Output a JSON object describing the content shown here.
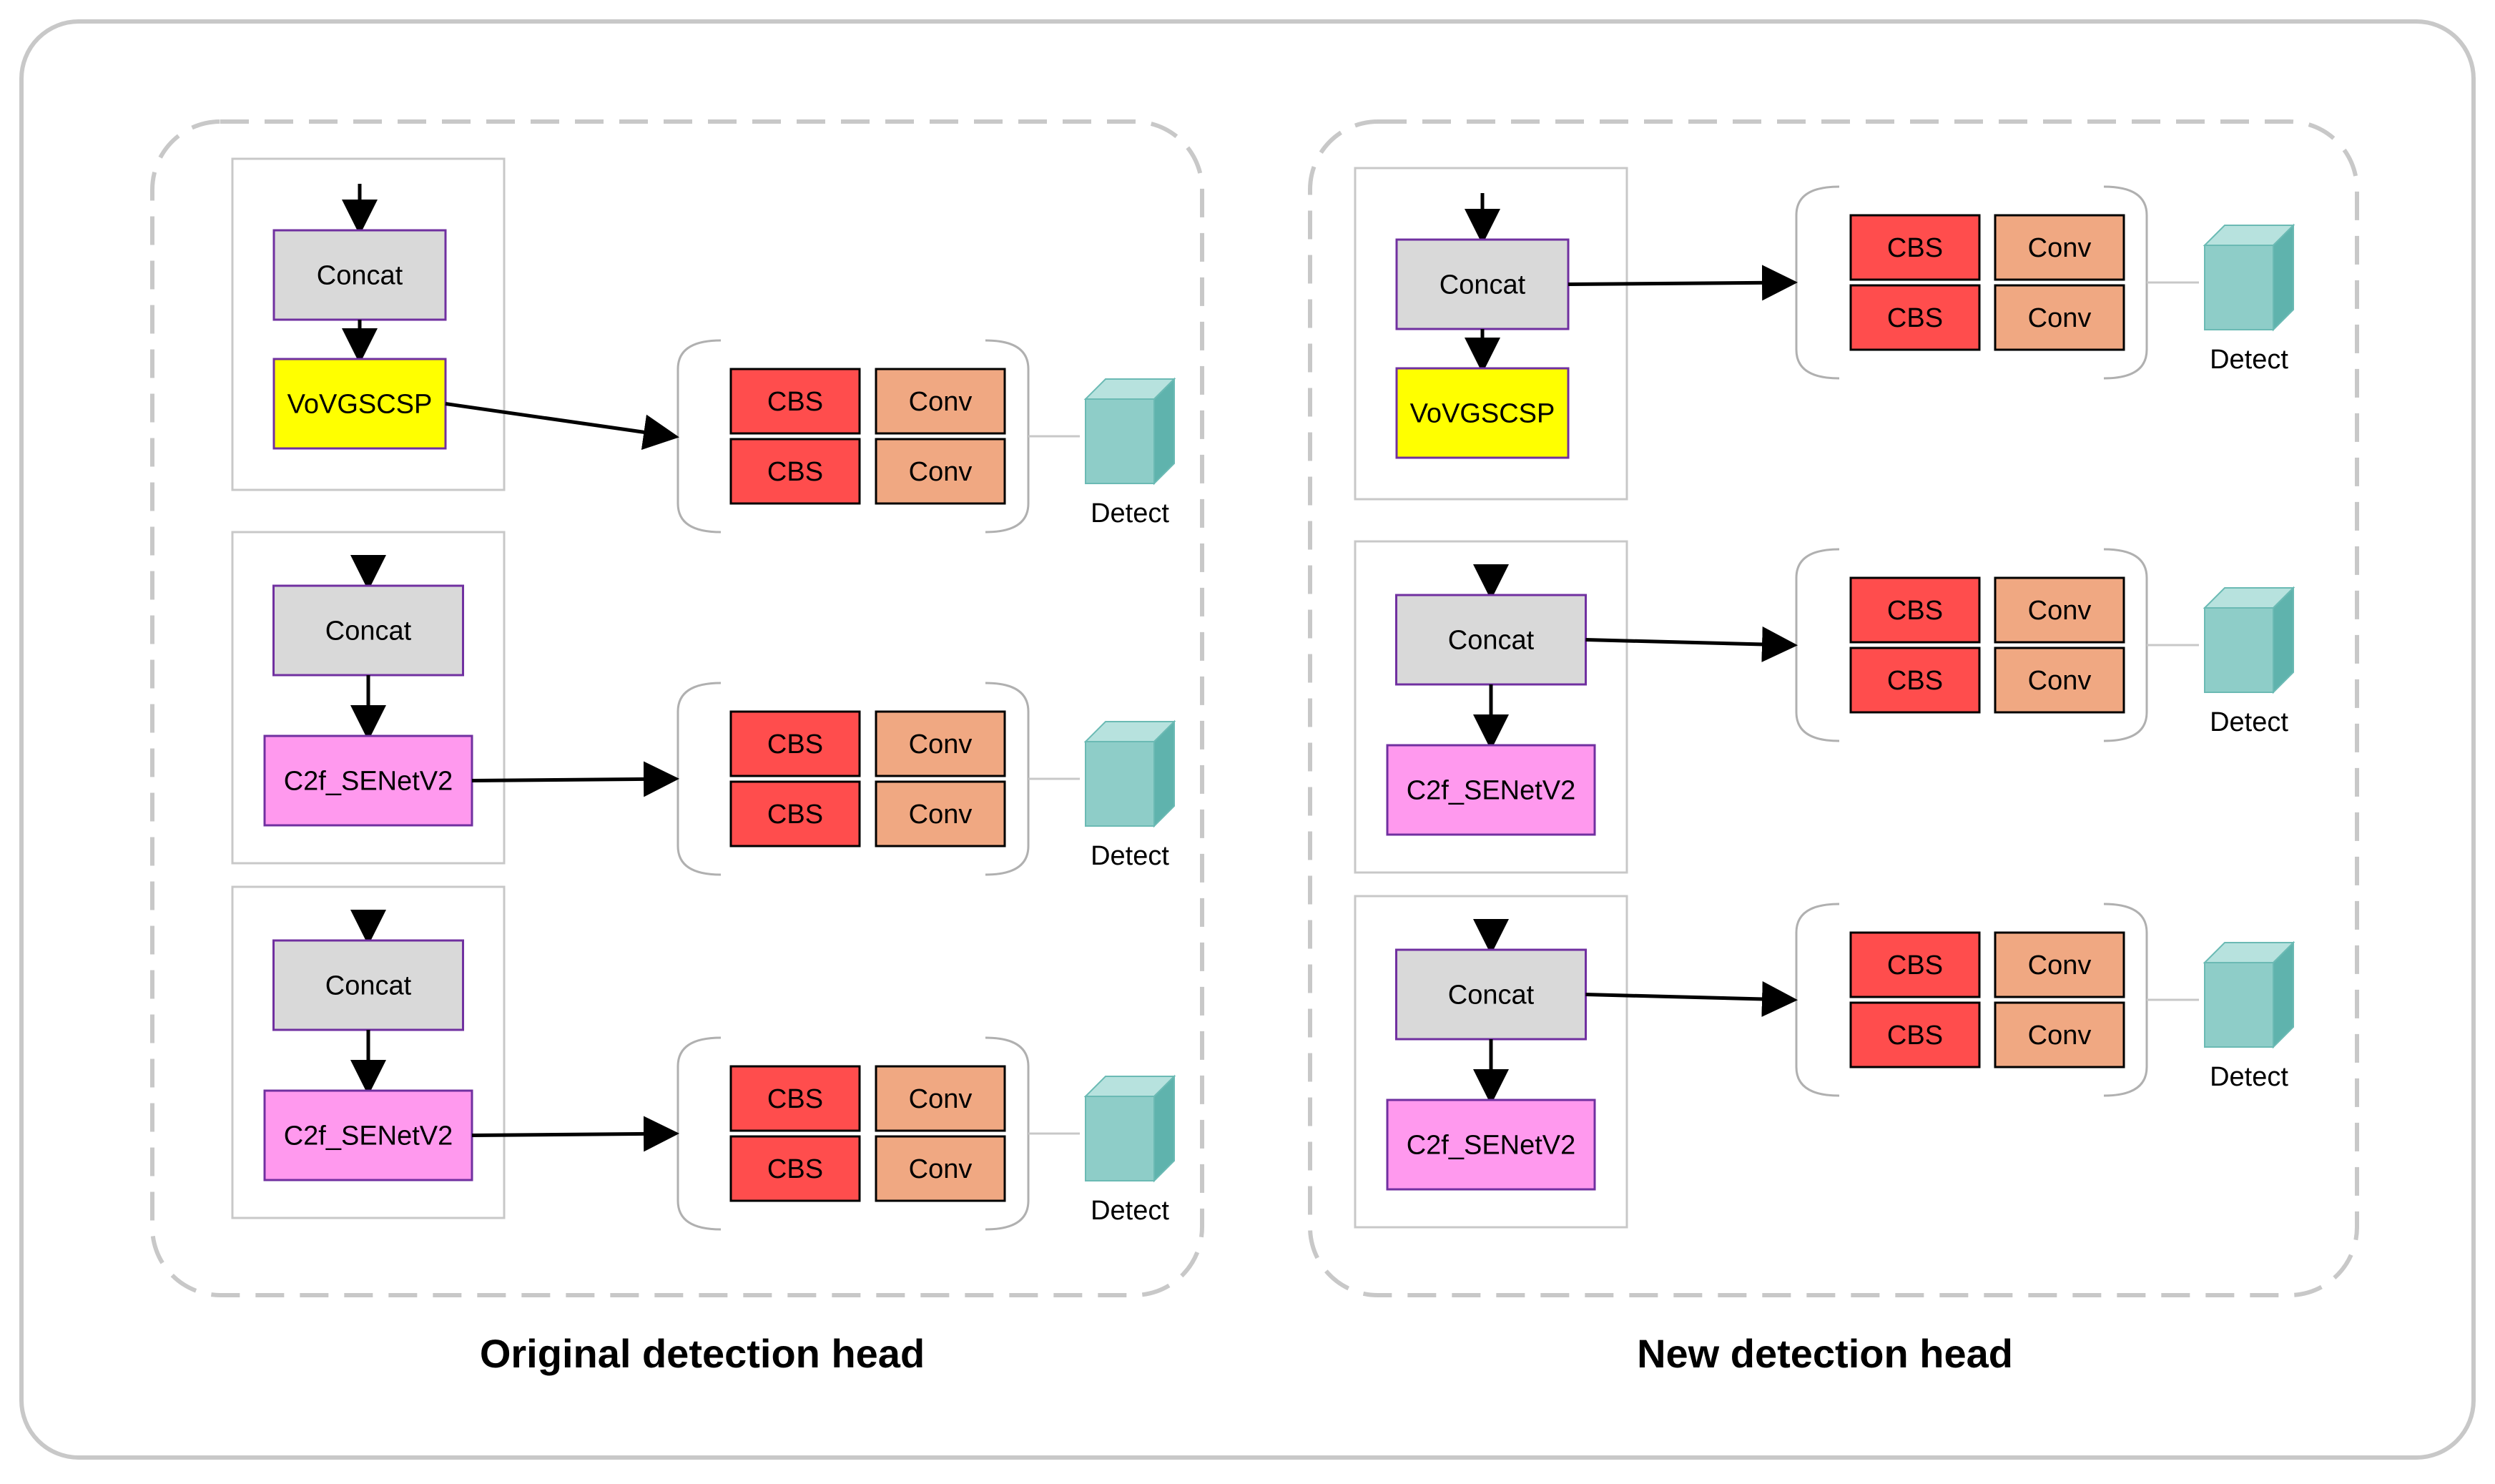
{
  "colors": {
    "concat": "#d9d9d9",
    "concat_stroke": "#7030a0",
    "vovgscsp": "#ffff00",
    "c2f": "#ff99ee",
    "cbs": "#ff4d4d",
    "conv": "#f0a882",
    "cube_front": "#8ecdc8",
    "cube_top": "#b7e2de",
    "cube_side": "#5fb3ad",
    "dash": "#c8c8c8"
  },
  "panels": [
    {
      "id": "original",
      "title": "Original detection head",
      "rows": [
        {
          "top_block": "Concat",
          "bottom_block": "VoVGSCSP",
          "bottom_type": "vovgscsp",
          "head": {
            "cbs": [
              "CBS",
              "CBS"
            ],
            "conv": [
              "Conv",
              "Conv"
            ]
          },
          "detect": "Detect"
        },
        {
          "top_block": "Concat",
          "bottom_block": "C2f_SENetV2",
          "bottom_type": "c2f",
          "head": {
            "cbs": [
              "CBS",
              "CBS"
            ],
            "conv": [
              "Conv",
              "Conv"
            ]
          },
          "detect": "Detect"
        },
        {
          "top_block": "Concat",
          "bottom_block": "C2f_SENetV2",
          "bottom_type": "c2f",
          "head": {
            "cbs": [
              "CBS",
              "CBS"
            ],
            "conv": [
              "Conv",
              "Conv"
            ]
          },
          "detect": "Detect"
        }
      ]
    },
    {
      "id": "new",
      "title": "New detection head",
      "rows": [
        {
          "top_block": "Concat",
          "bottom_block": "VoVGSCSP",
          "bottom_type": "vovgscsp",
          "head": {
            "cbs": [
              "CBS",
              "CBS"
            ],
            "conv": [
              "Conv",
              "Conv"
            ]
          },
          "detect": "Detect"
        },
        {
          "top_block": "Concat",
          "bottom_block": "C2f_SENetV2",
          "bottom_type": "c2f",
          "head": {
            "cbs": [
              "CBS",
              "CBS"
            ],
            "conv": [
              "Conv",
              "Conv"
            ]
          },
          "detect": "Detect"
        },
        {
          "top_block": "Concat",
          "bottom_block": "C2f_SENetV2",
          "bottom_type": "c2f",
          "head": {
            "cbs": [
              "CBS",
              "CBS"
            ],
            "conv": [
              "Conv",
              "Conv"
            ]
          },
          "detect": "Detect"
        }
      ]
    }
  ]
}
